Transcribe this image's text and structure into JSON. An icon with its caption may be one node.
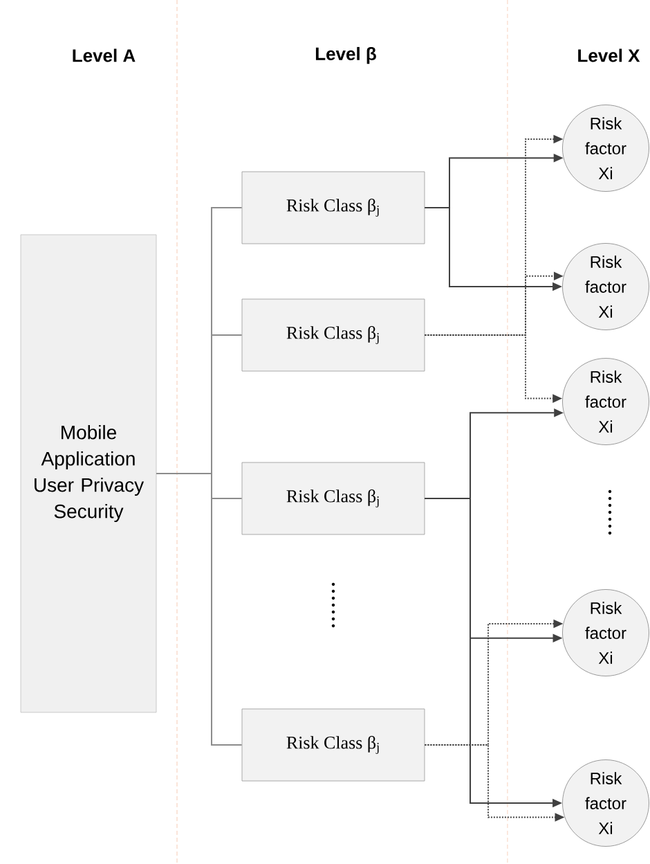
{
  "diagram": {
    "nodes": [
      {
        "text": [
          "Mobile Application User Privacy Security"
        ]
      },
      {
        "text": [
          "Risk Class β$_{j}$"
        ]
      },
      {
        "text": [
          "Risk Class β$_{j}$"
        ]
      },
      {
        "text": [
          "Risk Class β$_{j}$"
        ]
      },
      {
        "text": [
          "Risk Class β$_{j}$"
        ]
      },
      {
        "text": [
          "Risk factor Xi"
        ]
      },
      {
        "text": [
          "Risk factor Xi"
        ]
      },
      {
        "text": [
          "Risk factor Xi"
        ]
      },
      {
        "text": [
          "Risk factor Xi"
        ]
      },
      {
        "text": [
          "Risk factor Xi"
        ]
      }
    ],
    "edges": [
      {
        "from": 0,
        "to": 1,
        "arrow": "none",
        "color": "#8c8c8c"
      },
      {
        "from": 0,
        "to": 2,
        "arrow": "none",
        "color": "#8c8c8c"
      },
      {
        "from": 0,
        "to": 3,
        "arrow": "none",
        "color": "#8c8c8c"
      },
      {
        "from": 0,
        "to": 4,
        "arrow": "none",
        "color": "#8c8c8c"
      },
      {
        "from": 1,
        "to": 5,
        "arrow": "to"
      },
      {
        "from": 1,
        "to": 6,
        "arrow": "to"
      },
      {
        "from": 2,
        "to": 5,
        "arrow": "to",
        "style": "dashed"
      },
      {
        "from": 2,
        "to": 6,
        "arrow": "to",
        "style": "dashed"
      },
      {
        "from": 2,
        "to": 7,
        "arrow": "to",
        "style": "dashed"
      },
      {
        "from": 3,
        "to": 7,
        "arrow": "to"
      },
      {
        "from": 3,
        "to": 8,
        "arrow": "to"
      },
      {
        "from": 3,
        "to": 9,
        "arrow": "to"
      },
      {
        "from": 4,
        "to": 8,
        "arrow": "to",
        "style": "dashed"
      },
      {
        "from": 4,
        "to": 9,
        "arrow": "to",
        "style": "dashed"
      }
    ],
    "labels": [
      "Level A",
      "Level β",
      "Level X"
    ]
  }
}
